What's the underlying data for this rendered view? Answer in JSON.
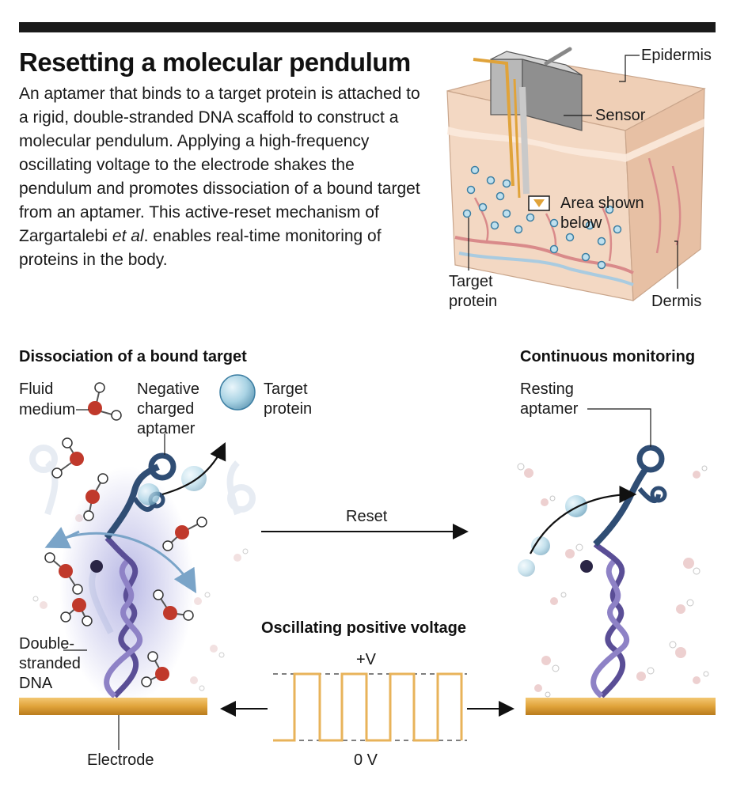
{
  "title": "Resetting a molecular pendulum",
  "intro": {
    "text_before": "An aptamer that binds to a target protein is attached to a rigid, double-stranded DNA scaffold to construct a molecular pendulum. Applying a high-frequency oscillating voltage to the electrode shakes the pendulum and promotes dissociation of a bound target from an aptamer. This active-reset mechanism of Zargartalebi ",
    "italic": "et al",
    "text_after": ". enables real-time monitoring of proteins in the body."
  },
  "skin_panel": {
    "epidermis": "Epidermis",
    "sensor": "Sensor",
    "area_shown_1": "Area shown",
    "area_shown_2": "below",
    "target_protein_1": "Target",
    "target_protein_2": "protein",
    "dermis": "Dermis"
  },
  "left_panel": {
    "heading": "Dissociation of a bound target",
    "fluid_1": "Fluid",
    "fluid_2": "medium",
    "neg_1": "Negative",
    "neg_2": "charged",
    "neg_3": "aptamer",
    "target_1": "Target",
    "target_2": "protein",
    "dna_1": "Double-",
    "dna_2": "stranded",
    "dna_3": "DNA",
    "electrode": "Electrode"
  },
  "middle": {
    "reset": "Reset",
    "voltage_heading": "Oscillating positive voltage",
    "plus_v": "+V",
    "zero_v": "0 V"
  },
  "right_panel": {
    "heading": "Continuous monitoring",
    "resting_1": "Resting",
    "resting_2": "aptamer"
  },
  "colors": {
    "skin": "#f1d4bd",
    "electrode": "#e0a33a",
    "aptamer": "#3d5f86",
    "dna": "#6f63a8",
    "water_o": "#c0392b",
    "protein": "#a9d3e4",
    "arrow_blue": "#7aa4c8",
    "voltage": "#e8b35a"
  }
}
